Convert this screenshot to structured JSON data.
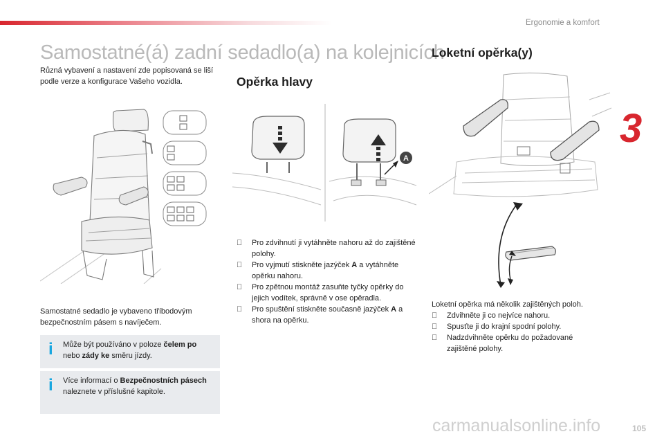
{
  "header": {
    "section_label": "Ergonomie a komfort",
    "chapter_number": "3"
  },
  "main_title": "Samostatné(á) zadní sedadlo(a) na kolejnicích",
  "left_column": {
    "intro": "Různá vybavení a nastavení zde popisovaná se liší podle verze a konfigurace Vašeho vozidla.",
    "caption": "Samostatné sedadlo je vybaveno tříbodovým bezpečnostním pásem s navíječem.",
    "info_boxes": [
      {
        "icon": "info-icon",
        "parts": [
          "Může být používáno v poloze ",
          "čelem po",
          " nebo ",
          "zády ke",
          " směru jízdy."
        ]
      },
      {
        "icon": "info-icon",
        "parts": [
          "Více informací o ",
          "Bezpečnostních pásech",
          " naleznete v příslušné kapitole."
        ]
      }
    ]
  },
  "headrest": {
    "heading": "Opěrka hlavy",
    "marker_label": "A",
    "bullet_glyph": "",
    "bullets": [
      {
        "text": "Pro zdvihnutí ji vytáhněte nahoru až do zajištěné polohy."
      },
      {
        "pre": "Pro vyjmutí stiskněte jazýček ",
        "bold": "A",
        "post": " a vytáhněte opěrku nahoru."
      },
      {
        "text": "Pro zpětnou montáž zasuňte tyčky opěrky do jejich vodítek, správně v ose opěradla."
      },
      {
        "pre": "Pro spuštění stiskněte současně jazýček ",
        "bold": "A",
        "post": " a shora na opěrku."
      }
    ]
  },
  "armrest": {
    "heading": "Loketní opěrka(y)",
    "intro": "Loketní opěrka má několik zajištěných poloh.",
    "bullets": [
      "Zdvihněte ji co nejvíce nahoru.",
      "Spusťte ji do krajní spodní polohy.",
      "Nadzdvihněte opěrku do požadované zajištěné polohy."
    ]
  },
  "footer": {
    "page_number": "105",
    "watermark": "carmanualsonline.info"
  },
  "colors": {
    "brand_red": "#d8262e",
    "info_blue": "#18a7e0",
    "infobox_bg": "#e9ebee",
    "title_grey": "#b9b9b9"
  }
}
